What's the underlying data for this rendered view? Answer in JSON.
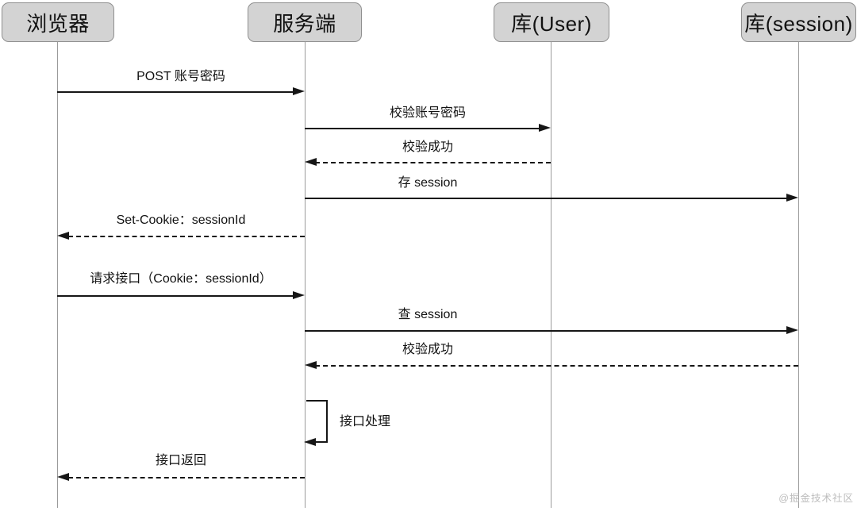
{
  "diagram": {
    "type": "sequence-diagram",
    "actors": [
      {
        "id": "browser",
        "label": "浏览器"
      },
      {
        "id": "server",
        "label": "服务端"
      },
      {
        "id": "db-user",
        "label": "库(User)"
      },
      {
        "id": "db-session",
        "label": "库(session)"
      }
    ],
    "messages": [
      {
        "label": "POST 账号密码",
        "from": "浏览器",
        "to": "服务端",
        "line": "solid"
      },
      {
        "label": "校验账号密码",
        "from": "服务端",
        "to": "库(User)",
        "line": "solid"
      },
      {
        "label": "校验成功",
        "from": "库(User)",
        "to": "服务端",
        "line": "dashed"
      },
      {
        "label": "存 session",
        "from": "服务端",
        "to": "库(session)",
        "line": "solid"
      },
      {
        "label": "Set-Cookie：sessionId",
        "from": "服务端",
        "to": "浏览器",
        "line": "dashed"
      },
      {
        "label": "请求接口（Cookie：sessionId）",
        "from": "浏览器",
        "to": "服务端",
        "line": "solid"
      },
      {
        "label": "查 session",
        "from": "服务端",
        "to": "库(session)",
        "line": "solid"
      },
      {
        "label": "校验成功",
        "from": "库(session)",
        "to": "服务端",
        "line": "dashed"
      },
      {
        "label": "接口处理",
        "from": "服务端",
        "to": "服务端",
        "line": "self"
      },
      {
        "label": "接口返回",
        "from": "服务端",
        "to": "浏览器",
        "line": "dashed"
      }
    ],
    "watermark": "@掘金技术社区"
  },
  "colors": {
    "background": "#ffffff",
    "actor_fill": "#d3d3d3",
    "actor_border": "#8f8f8f",
    "message_line": "#161616",
    "lifeline": "#9b9b9b",
    "watermark": "#bdbdbd"
  }
}
